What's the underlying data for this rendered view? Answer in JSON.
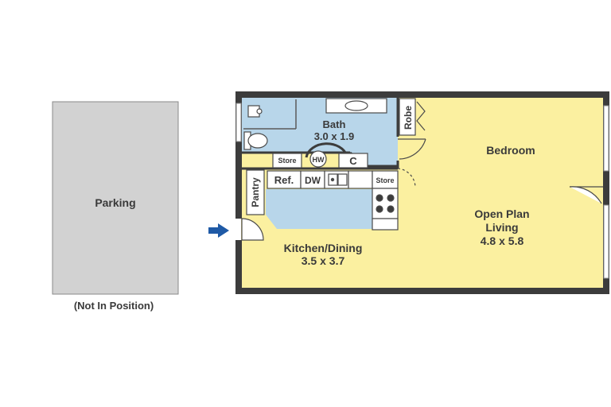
{
  "parking": {
    "label": "Parking",
    "note": "(Not In Position)"
  },
  "rooms": {
    "bath": {
      "name": "Bath",
      "size": "3.0 x 1.9"
    },
    "bedroom": {
      "name": "Bedroom"
    },
    "living": {
      "line1": "Open Plan",
      "line2": "Living",
      "size": "4.8 x 5.8"
    },
    "kitchen": {
      "name": "Kitchen/Dining",
      "size": "3.5 x 3.7"
    }
  },
  "fixtures": {
    "robe": "Robe",
    "store_upper": "Store",
    "hot_water": "HW",
    "cupboard": "C",
    "pantry": "Pantry",
    "fridge": "Ref.",
    "dishwasher": "DW",
    "store_lower": "Store"
  },
  "colors": {
    "wall": "#3c3c3c",
    "bath_fill": "#b8d6ea",
    "living_fill": "#fbf0a0",
    "parking_fill": "#d2d2d2",
    "entry_arrow": "#1f5aa6"
  },
  "icons": {
    "entry": "entry-arrow-icon"
  }
}
